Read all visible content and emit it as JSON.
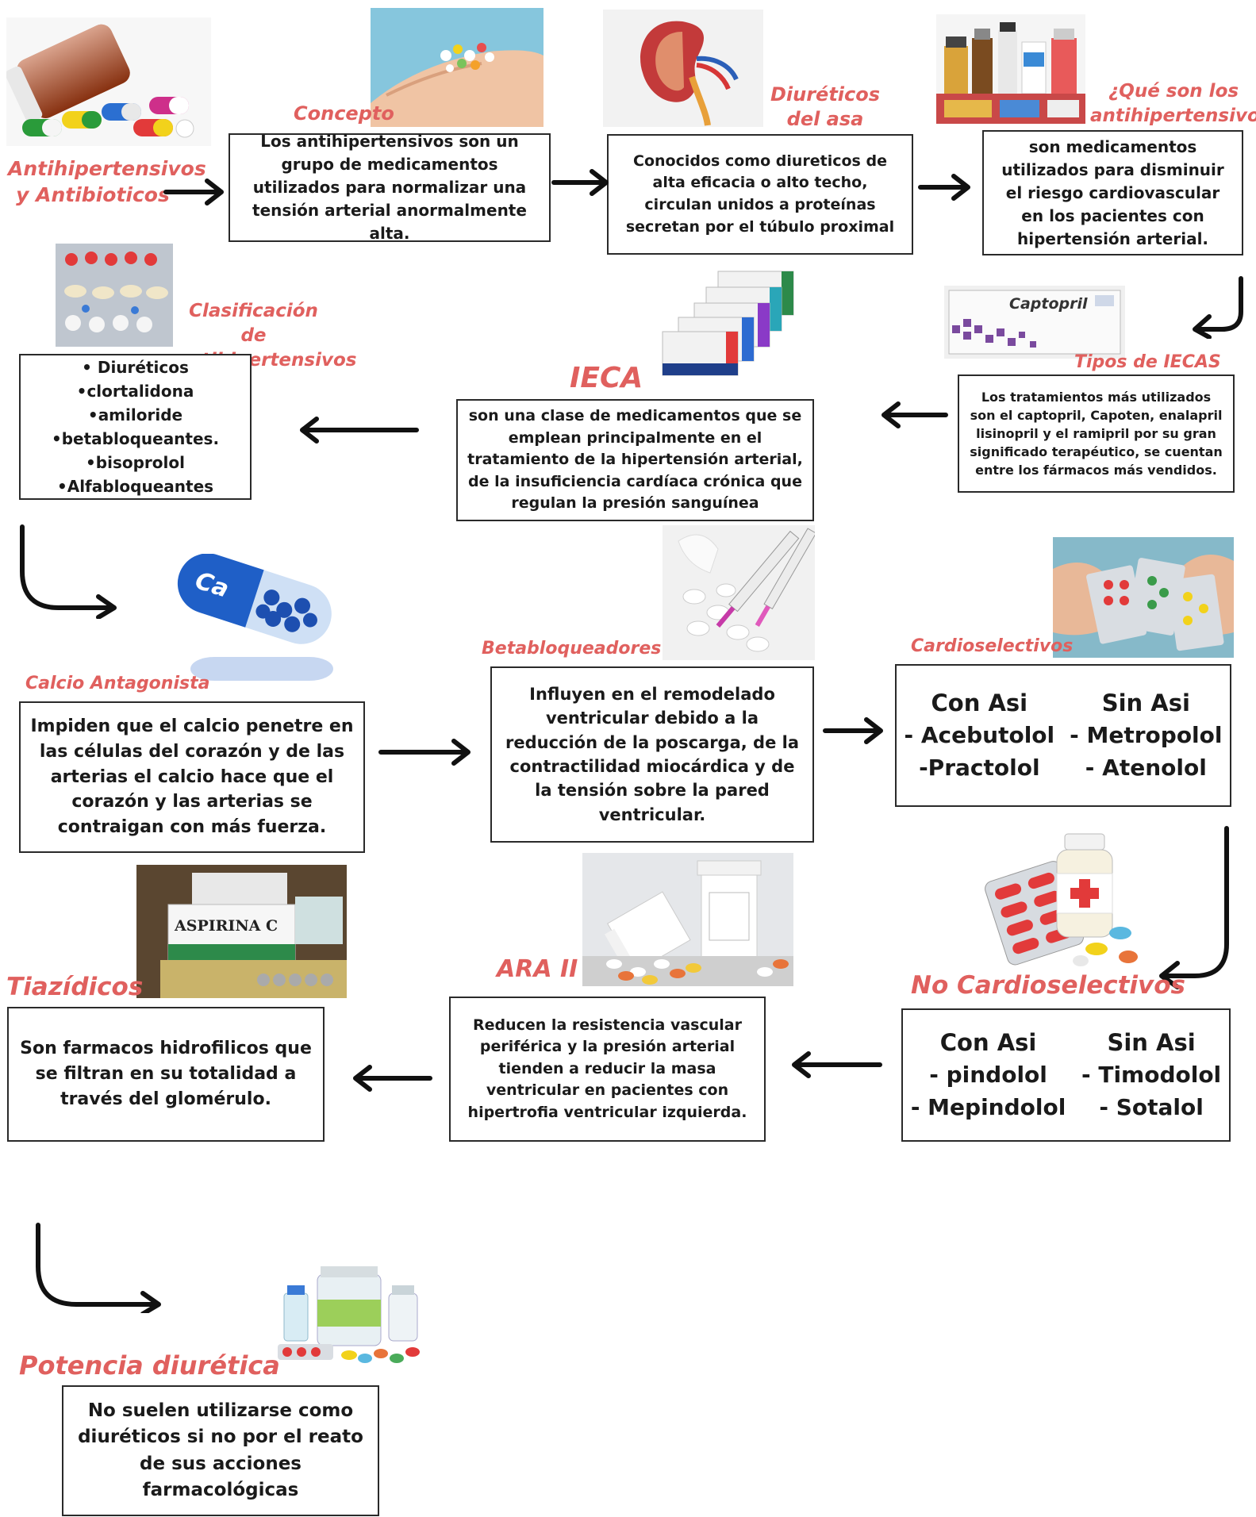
{
  "nodes": {
    "start": {
      "title": "Antihipertensivos\ny Antibioticos"
    },
    "concepto": {
      "title": "Concepto",
      "text": "Los antihipertensivos son un grupo de medicamentos utilizados para normalizar una tensión arterial anormalmente alta."
    },
    "diureticos_asa": {
      "title": "Diuréticos\ndel asa",
      "text": "Conocidos como diureticos de alta eficacia o alto techo, circulan unidos a proteínas secretan por el túbulo proximal"
    },
    "que_son": {
      "title": "¿Qué son los\nantihipertensivos?",
      "text": "son medicamentos utilizados para disminuir el riesgo cardiovascular en los pacientes con hipertensión arterial."
    },
    "tipos_iecas": {
      "title": "Tipos de IECAS",
      "text": "Los tratamientos más utilizados son el captopril, Capoten, enalapril lisinopril y el ramipril por su gran significado terapéutico, se cuentan entre los fármacos más vendidos.",
      "package_label": "Captopril"
    },
    "ieca": {
      "title": "IECA",
      "text": "son una clase de medicamentos que se emplean principalmente en el tratamiento de la hipertensión arterial, de la insuficiencia cardíaca crónica que regulan la presión sanguínea"
    },
    "clasificacion": {
      "title": "Clasificación de\nantihipertensivos",
      "items": [
        "• Diuréticos",
        "•clortalidona",
        "•amiloride",
        "•betabloqueantes.",
        "•bisoprolol",
        "•Alfabloqueantes"
      ]
    },
    "calcio": {
      "title": "Calcio Antagonista",
      "text": "Impiden que el calcio penetre en las células del corazón y de las arterias el calcio hace que el corazón y las arterias se contraigan con más fuerza.",
      "capsule_label": "Ca"
    },
    "betabloqueadores": {
      "title": "Betabloqueadores",
      "text": "Influyen en el remodelado ventricular debido a la reducción de la poscarga, de la contractilidad miocárdica y de la tensión sobre la pared ventricular."
    },
    "cardioselectivos": {
      "title": "Cardioselectivos",
      "left_head": "Con Asi",
      "left_items": [
        "- Acebutolol",
        "-Practolol"
      ],
      "right_head": "Sin Asi",
      "right_items": [
        "- Metropolol",
        "- Atenolol"
      ]
    },
    "no_cardioselectivos": {
      "title": "No Cardioselectivos",
      "left_head": "Con Asi",
      "left_items": [
        "- pindolol",
        "- Mepindolol"
      ],
      "right_head": "Sin Asi",
      "right_items": [
        "- Timodolol",
        "- Sotalol"
      ]
    },
    "ara2": {
      "title": "ARA II",
      "text": "Reducen la resistencia vascular periférica y la presión arterial tienden a reducir la masa ventricular en pacientes con hipertrofia ventricular izquierda."
    },
    "tiazidicos": {
      "title": "Tiazídicos",
      "text": "Son farmacos hidrofilicos que se filtran en su totalidad a través del glomérulo.",
      "box_label": "ASPIRINA C"
    },
    "potencia": {
      "title": "Potencia diurética",
      "text": "No suelen utilizarse como diuréticos si no por el reato de sus acciones farmacológicas"
    }
  },
  "colors": {
    "title": "#e0605e",
    "text": "#1a1a1a",
    "border": "#2a2a2a",
    "arrow": "#111111"
  },
  "icons": [
    "pill-bottle-icon",
    "pills-hand-icon",
    "kidney-icon",
    "medicine-bottles-icon",
    "blister-icon",
    "captopril-box-icon",
    "medicine-boxes-icon",
    "calcium-capsule-icon",
    "tablets-syringe-icon",
    "blister-hands-icon",
    "blister-pill-bottle-icon",
    "pill-bottles-icon",
    "aspirin-box-icon",
    "medicine-set-icon"
  ]
}
